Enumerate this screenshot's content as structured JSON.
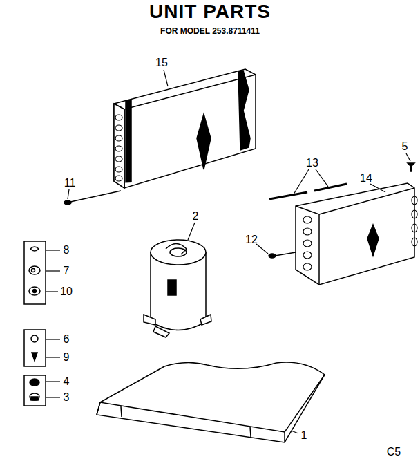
{
  "diagram": {
    "title": "UNIT PARTS",
    "labels": [
      "FOR MODEL 253.8711411",
      "15",
      "13",
      "5",
      "14",
      "11",
      "12",
      "2",
      "8",
      "7",
      "10",
      "6",
      "9",
      "4",
      "3",
      "1",
      "C5"
    ]
  }
}
